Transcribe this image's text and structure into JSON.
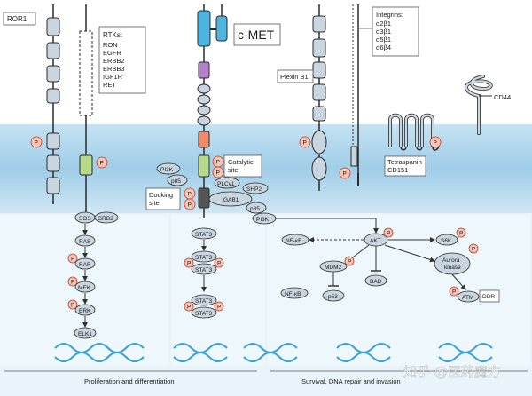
{
  "receptors": {
    "ror1": "ROR1",
    "rtk_header": "RTKs:",
    "rtk_items": [
      "RON",
      "EGFR",
      "ERBB2",
      "ERBB3",
      "IGF1R",
      "RET"
    ],
    "cmet": "c-MET",
    "plexin": "Plexin B1",
    "integrin_header": "Integrins:",
    "integrin_items": [
      "α2β1",
      "α3β1",
      "α5β1",
      "α6β4"
    ],
    "cd44": "CD44",
    "tetraspanin_line1": "Tetraspanin",
    "tetraspanin_line2": "CD151"
  },
  "phospho_symbol": "P",
  "cmet_panel": {
    "catalytic_line1": "Catalytic",
    "catalytic_line2": "site",
    "docking_line1": "Docking",
    "docking_line2": "site",
    "pi3k": "PI3K",
    "p85_a": "p85",
    "plcg": "PLCγ1",
    "shp2": "SHP2",
    "gab1": "GAB1",
    "p85_b": "p85",
    "pi3k_b": "PI3K"
  },
  "mapk": {
    "sos": "SOS",
    "grb2": "GRB2",
    "ras": "RAS",
    "raf": "RAF",
    "mek": "MEK",
    "erk": "ERK",
    "elk1": "ELK1"
  },
  "stat": {
    "label": "STAT3"
  },
  "survival": {
    "nfkb_a": "NF-κB",
    "akt": "AKT",
    "s6k": "S6K",
    "mdm2": "MDM2",
    "bad": "BAD",
    "p53": "p53",
    "aurora_line1": "Aurora",
    "aurora_line2": "kinase",
    "nfkb_b": "NF-κB",
    "atm": "ATM",
    "ddr": "DDR"
  },
  "outcomes": {
    "proliferation": "Proliferation and differentiation",
    "survival": "Survival, DNA repair and invasion"
  },
  "watermark": "知乎 @医药魔方",
  "colors": {
    "membrane_top": "#d9ecf6",
    "membrane_mid": "#a9d2ea",
    "cytoplasm": "#e8f3fa",
    "receptor_fill": "#c9d6df",
    "receptor_stroke": "#2b2b2b",
    "cmet_blue": "#4db4df",
    "purple": "#b480c8",
    "orange": "#f08a6a",
    "green": "#b7d98a",
    "phospho_fill": "#f6c6b4",
    "phospho_stroke": "#c0392b",
    "dna": "#3aa0d8"
  }
}
